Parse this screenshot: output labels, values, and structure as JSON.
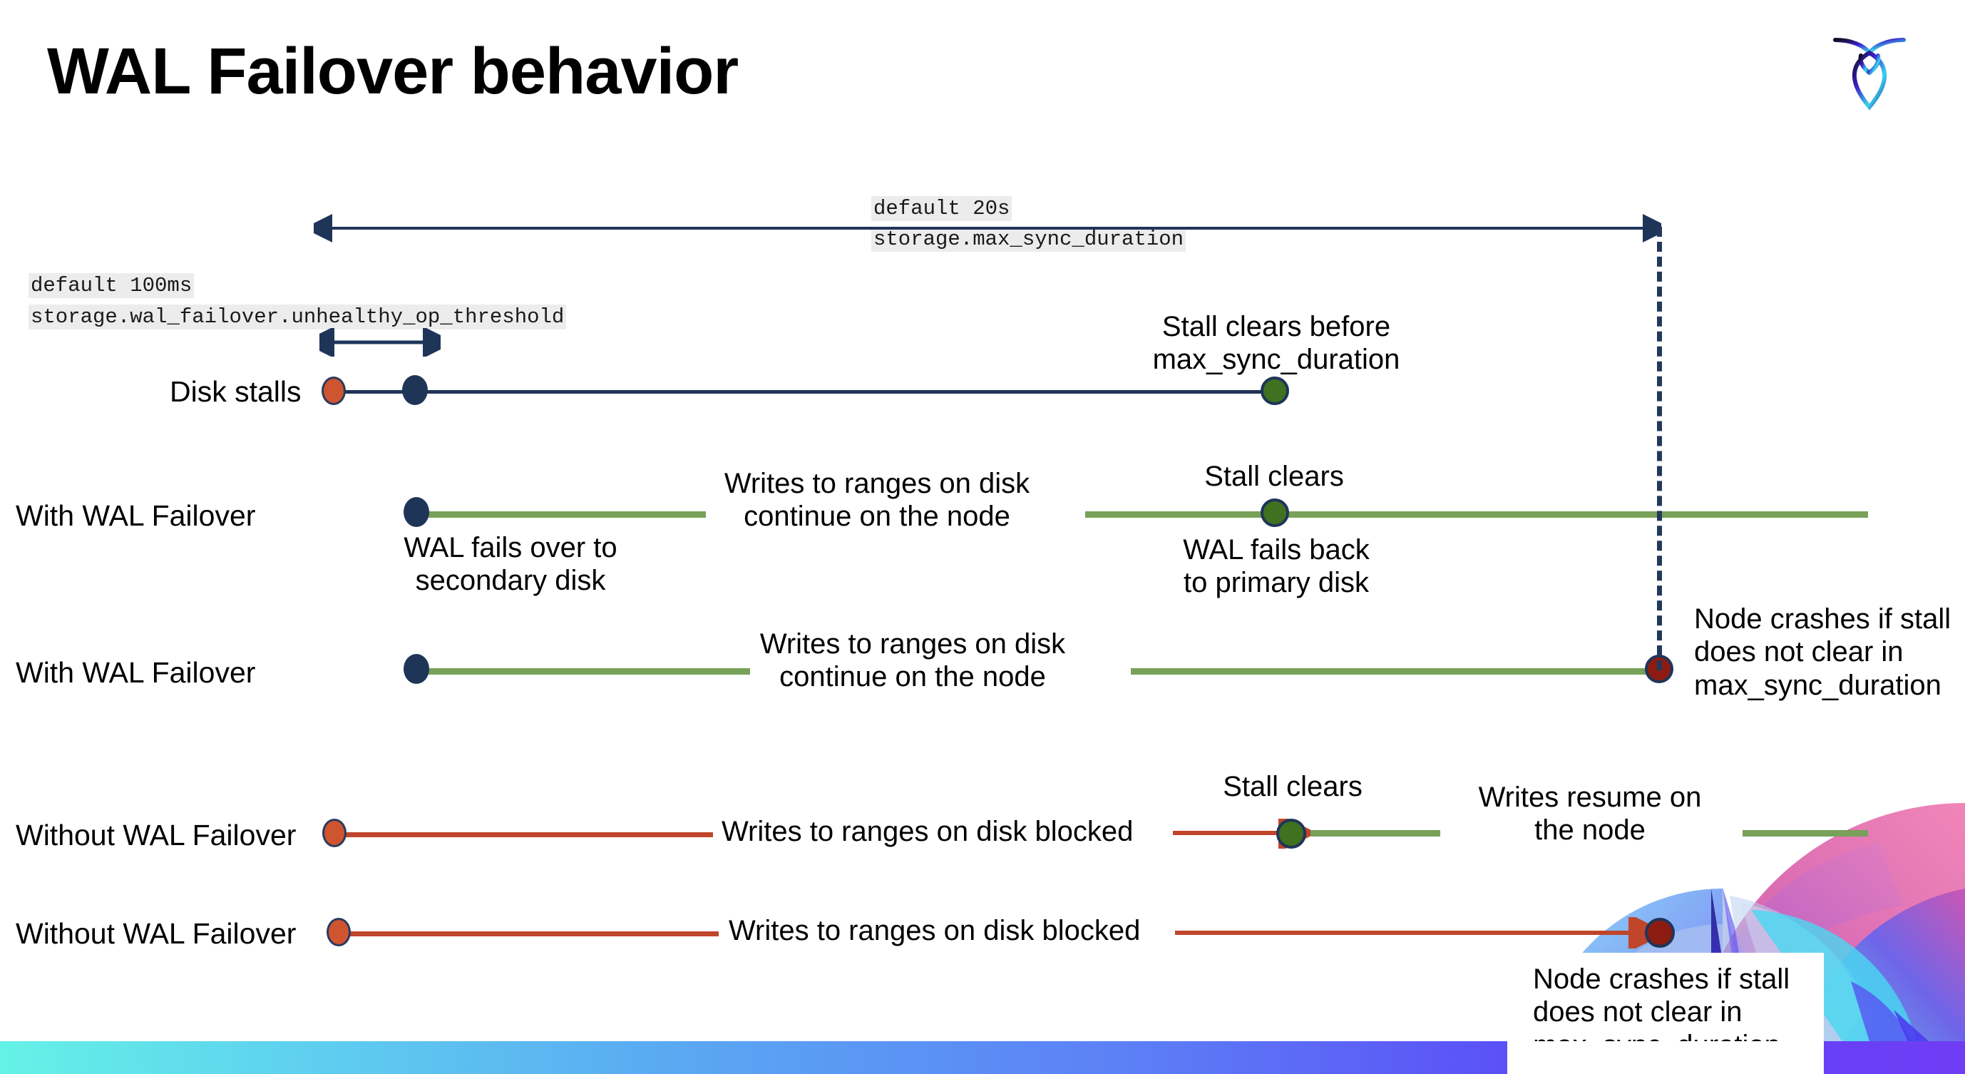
{
  "slide": {
    "title": "WAL Failover behavior",
    "logo_name": "cockroachdb-logo"
  },
  "colors": {
    "navy": "#1f3558",
    "green_line": "#78a159",
    "green_dot": "#3f7120",
    "red_line": "#c0452a",
    "orange_dot": "#cf5430",
    "dark_red_dot": "#8d1b12",
    "code_bg": "#ececec",
    "bar_gradient_start": "#64f2e6",
    "bar_gradient_end": "#6f3df5"
  },
  "settings": {
    "max_sync_duration": {
      "default_text": "default 20s",
      "name_text": "storage.max_sync_duration"
    },
    "unhealthy_op_threshold": {
      "default_text": "default 100ms",
      "name_text": "storage.wal_failover.unhealthy_op_threshold"
    }
  },
  "rows": [
    {
      "label": "Disk stalls",
      "annotations": [
        "Stall clears before\nmax_sync_duration"
      ]
    },
    {
      "label": "With WAL Failover",
      "annotations": [
        "Writes to ranges on disk\ncontinue on the node",
        "Stall clears",
        "WAL fails over to\nsecondary disk",
        "WAL fails  back\nto primary disk"
      ]
    },
    {
      "label": "With WAL Failover",
      "annotations": [
        "Writes to ranges on disk\ncontinue on the node",
        "Node crashes if stall\ndoes not clear in\nmax_sync_duration"
      ]
    },
    {
      "label": "Without WAL Failover",
      "annotations": [
        "Writes to ranges on disk  blocked",
        "Stall clears",
        "Writes resume on\nthe node"
      ]
    },
    {
      "label": "Without WAL Failover",
      "annotations": [
        "Writes to ranges on disk  blocked",
        "Node crashes if stall\ndoes not clear in\nmax_sync_duration"
      ]
    }
  ]
}
